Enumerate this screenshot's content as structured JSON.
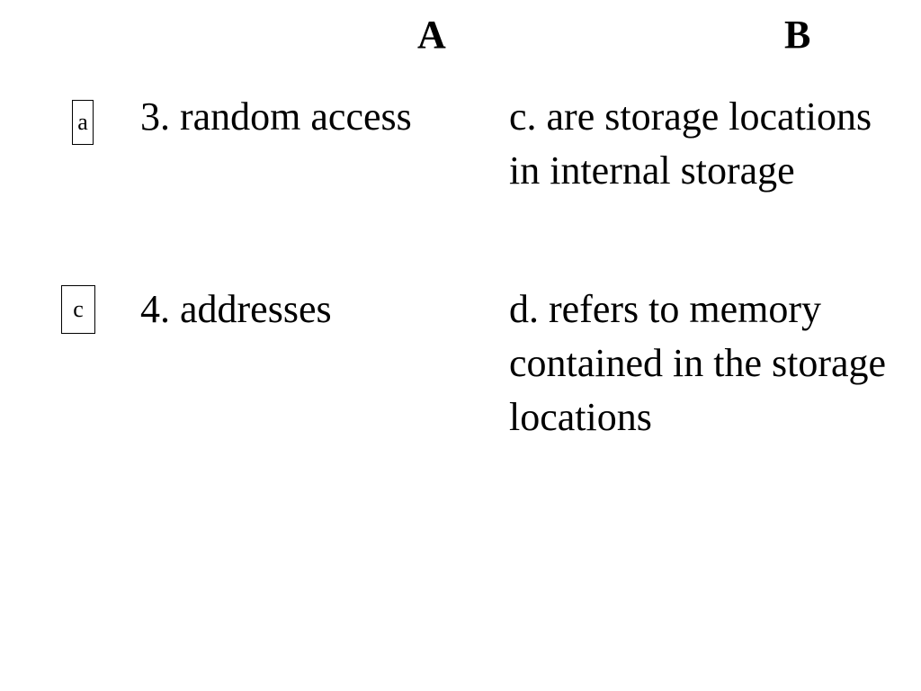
{
  "headers": {
    "column_a": "A",
    "column_b": "B"
  },
  "rows": [
    {
      "answer": "a",
      "term": "3. random access",
      "definition": "c. are storage locations in internal storage"
    },
    {
      "answer": "c",
      "term": "4. addresses",
      "definition": "d. refers to memory contained in the storage locations"
    }
  ]
}
